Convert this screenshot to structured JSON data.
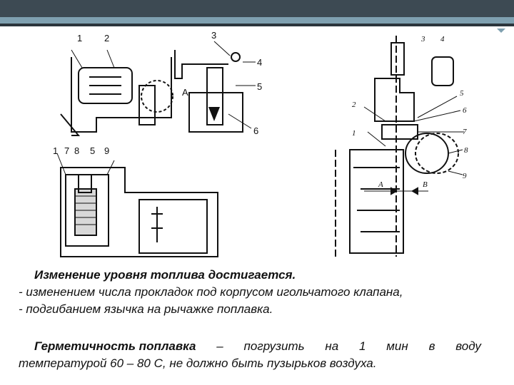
{
  "colors": {
    "header_dark": "#3d4a53",
    "header_accent": "#7fa0b0"
  },
  "figure_labels": {
    "left_top": [
      "1",
      "2",
      "3",
      "4",
      "5",
      "6",
      "А"
    ],
    "left_bottom": [
      "1",
      "7",
      "8",
      "5",
      "9"
    ],
    "right": [
      "3",
      "4",
      "5",
      "6",
      "7",
      "8",
      "9",
      "2",
      "1",
      "А",
      "В"
    ]
  },
  "text": {
    "line1": "Изменение уровня топлива достигается.",
    "line2": "- изменением числа прокладок под корпусом игольчатого клапана,",
    "line3": "- подгибанием язычка на рычажке поплавка.",
    "para2_bold": "Герметичность поплавка",
    "para2_words": [
      "–",
      "погрузить",
      "на",
      "1",
      "мин",
      "в",
      "воду"
    ],
    "para2_line2": "температурой 60 – 80 С, не должно быть пузырьков воздуха."
  }
}
